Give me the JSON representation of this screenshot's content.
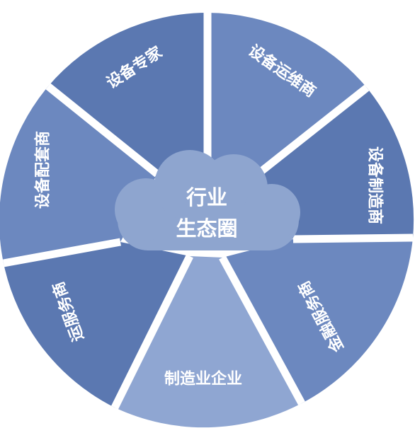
{
  "diagram": {
    "colors": {
      "dark": "#5b78b1",
      "mid": "#6c88bf",
      "light": "#8fa6d2",
      "cloud": "#8ea5cf",
      "separator": "#ffffff"
    },
    "center": {
      "line1": "行业",
      "line2": "生态圈"
    },
    "segments": [
      {
        "label": "设备专家"
      },
      {
        "label": "设备运维商"
      },
      {
        "label": "设备制造商"
      },
      {
        "label": "金融服务商"
      },
      {
        "label": "制造业企业"
      },
      {
        "label": "运服务商"
      },
      {
        "label": "设备配套商"
      }
    ]
  }
}
